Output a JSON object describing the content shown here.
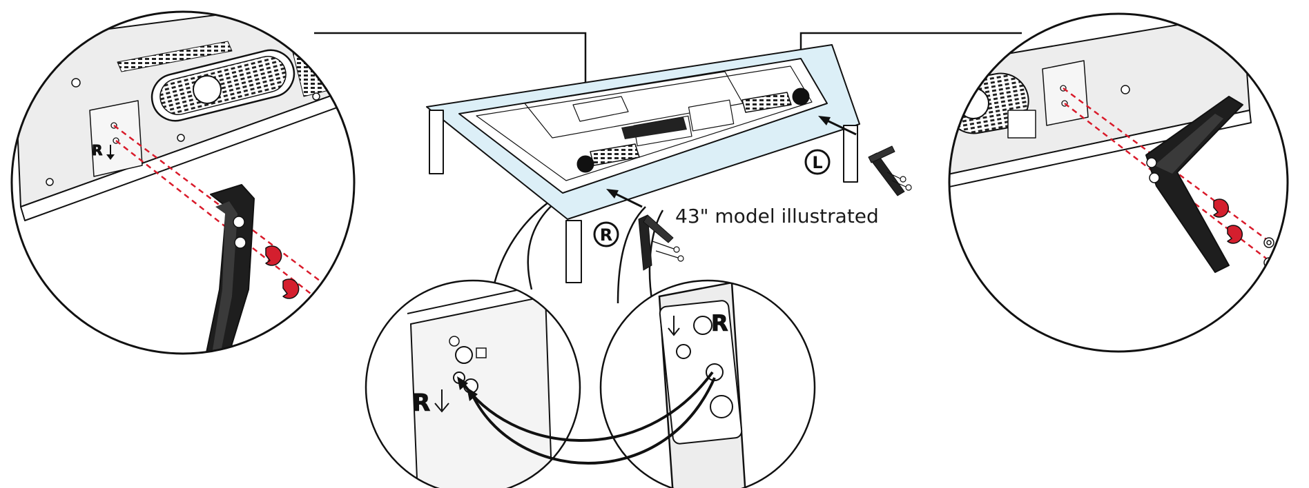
{
  "caption": "43\" model illustrated",
  "marks": {
    "left": "L",
    "right": "R"
  },
  "colors": {
    "line": "#111111",
    "paper": "#ffffff",
    "table_top": "#dceff7",
    "panel_gray": "#eeeeee",
    "screw_dashes": "#d91a2a",
    "screwdriver_red": "#d41f2e"
  },
  "icons": [
    "circled-r-icon",
    "circled-l-icon",
    "down-arrow-icon",
    "rotate-arrow-icon",
    "screw-icon"
  ]
}
